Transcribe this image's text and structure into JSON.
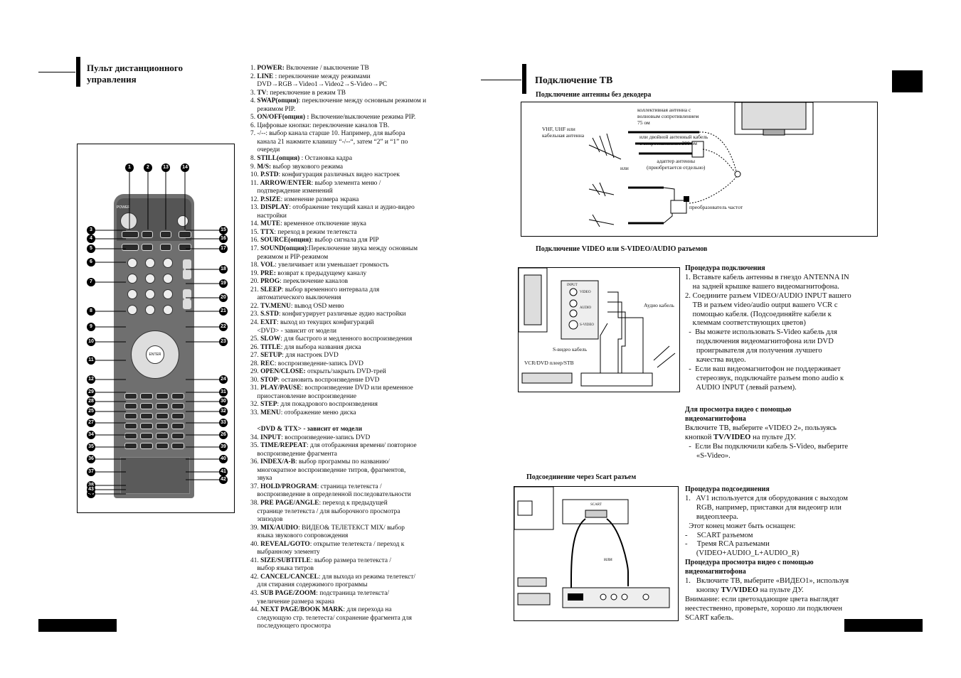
{
  "left": {
    "title_line1": "Пульт дистанционного",
    "title_line2": "управления",
    "remote_labels": [
      "POWER",
      "ENTER"
    ],
    "callouts": [
      "1",
      "2",
      "13",
      "14",
      "3",
      "4",
      "5",
      "6",
      "7",
      "8",
      "9",
      "10",
      "11",
      "12",
      "29",
      "28",
      "25",
      "27",
      "34",
      "35",
      "36",
      "37",
      "38",
      "44",
      "15",
      "16",
      "17",
      "18",
      "19",
      "20",
      "21",
      "22",
      "23",
      "24",
      "31",
      "30",
      "32",
      "33",
      "26",
      "39",
      "40",
      "41",
      "42",
      "43"
    ],
    "items": [
      {
        "n": "1.",
        "b": "POWER:",
        "t": " Включение / выключение ТВ"
      },
      {
        "n": "2.",
        "b": "LINE",
        "t": " : переключение между режимами"
      },
      {
        "n": "",
        "b": "",
        "t": "DVD→RGB→Video1→Video2→S-Video→PC"
      },
      {
        "n": "3.",
        "b": "TV",
        "t": ": переключение в режим ТВ"
      },
      {
        "n": "4.",
        "b": "SWAP(опция)",
        "t": ": переключение между основным режимом и"
      },
      {
        "n": "",
        "b": "",
        "t": "режимом PIP."
      },
      {
        "n": "5.",
        "b": "ON/OFF(опция) :",
        "t": " Включение/выключение режима PIP."
      },
      {
        "n": "6.",
        "b": "",
        "t": "Цифровые кнопки: переключение каналов ТВ."
      },
      {
        "n": "7.",
        "b": "",
        "t": "-/--: выбор канала старше 10. Например, для выбора"
      },
      {
        "n": "",
        "b": "",
        "t": "канала 21 нажмите клавишу “-/--“, затем “2” и “1” по"
      },
      {
        "n": "",
        "b": "",
        "t": "очереди"
      },
      {
        "n": "8.",
        "b": "STILL(опция)",
        "t": " : Остановка кадра"
      },
      {
        "n": "9.",
        "b": "M/S:",
        "t": " выбор звукового режима"
      },
      {
        "n": "10.",
        "b": "P.STD",
        "t": ": конфигурация различных видео настроек"
      },
      {
        "n": "11.",
        "b": "ARROW/ENTER",
        "t": ": выбор элемента меню /"
      },
      {
        "n": "",
        "b": "",
        "t": "подтверждение изменений"
      },
      {
        "n": "12.",
        "b": "P.SIZE",
        "t": ": изменение размера экрана"
      },
      {
        "n": "13.",
        "b": "DISPLAY",
        "t": ": отображение текущий канал и аудио-видео"
      },
      {
        "n": "",
        "b": "",
        "t": "настройки"
      },
      {
        "n": "14.",
        "b": "MUTE",
        "t": ": временное отключение звука"
      },
      {
        "n": "15.",
        "b": "TTX",
        "t": ": переход в режим телетекста"
      },
      {
        "n": "16.",
        "b": "SOURCE(опция)",
        "t": ": выбор сигнала для PIP"
      },
      {
        "n": "17.",
        "b": "SOUND(опция)",
        "t": ":Переключение звука между основным"
      },
      {
        "n": "",
        "b": "",
        "t": "режимом и PIP-режимом"
      },
      {
        "n": "18.",
        "b": "VOL",
        "t": ": увеличивает или уменьшает громкость"
      },
      {
        "n": "19.",
        "b": "PRE:",
        "t": " возврат к предыдущему каналу"
      },
      {
        "n": "20.",
        "b": "PROG",
        "t": ": переключение каналов"
      },
      {
        "n": "21.",
        "b": "SLEEP",
        "t": ": выбор временного интервала для"
      },
      {
        "n": "",
        "b": "",
        "t": "автоматического выключения"
      },
      {
        "n": "22.",
        "b": "TV.MENU",
        "t": ": вывод OSD меню"
      },
      {
        "n": "23.",
        "b": "S.STD",
        "t": ": конфигурирует различные аудио настройки"
      },
      {
        "n": "24.",
        "b": "EXIT",
        "t": ": выход из текущих конфигураций"
      },
      {
        "n": "",
        "b": "",
        "t": "<DVD> - зависит от модели"
      },
      {
        "n": "25.",
        "b": "SLOW",
        "t": ": для быстрого и медленного воспроизведения"
      },
      {
        "n": "26.",
        "b": "TITLE",
        "t": ": для выбора названия диска"
      },
      {
        "n": "27.",
        "b": "SETUP",
        "t": ": для настроек DVD"
      },
      {
        "n": "28.",
        "b": "REC",
        "t": ": воспроизведение-запись DVD"
      },
      {
        "n": "29.",
        "b": "OPEN/CLOSE:",
        "t": " открыть/закрыть DVD-трей"
      },
      {
        "n": "30.",
        "b": "STOP",
        "t": ": остановить воспроизведение DVD"
      },
      {
        "n": "31.",
        "b": "PLAY/PAUSE",
        "t": ": воспроизведение DVD или временное"
      },
      {
        "n": "",
        "b": "",
        "t": "приостановление воспроизведение"
      },
      {
        "n": "32.",
        "b": "STEP",
        "t": ": для покадрового воспроизведения"
      },
      {
        "n": "33.",
        "b": "MENU",
        "t": ": отображение меню диска"
      },
      {
        "n": "",
        "b": "",
        "t": " "
      },
      {
        "n": "",
        "b": "<DVD & TTX> - зависит от модели",
        "t": ""
      },
      {
        "n": "34.",
        "b": "INPUT",
        "t": ": воспроизведение-запись DVD"
      },
      {
        "n": "35.",
        "b": "TIME/REPEAT",
        "t": ": для отображения времени/ повторное"
      },
      {
        "n": "",
        "b": "",
        "t": "воспроизведение фрагмента"
      },
      {
        "n": "36.",
        "b": "INDEX/A-B",
        "t": ": выбор программы по названию/"
      },
      {
        "n": "",
        "b": "",
        "t": "многократное воспроизведение титров, фрагментов,"
      },
      {
        "n": "",
        "b": "",
        "t": "звука"
      },
      {
        "n": "37.",
        "b": "HOLD/PROGRAM",
        "t": ": страница телетекста /"
      },
      {
        "n": "",
        "b": "",
        "t": "воспроизведение в определенной последовательности"
      },
      {
        "n": "38.",
        "b": "PRE PAGE/ANGLE",
        "t": ": переход к предыдущей"
      },
      {
        "n": "",
        "b": "",
        "t": "странице телетекста / для выборочного просмотра"
      },
      {
        "n": "",
        "b": "",
        "t": "эпизодов"
      },
      {
        "n": "39.",
        "b": "MIX/AUDIO",
        "t": ": ВИДЕО& ТЕЛЕТЕКСТ MIX/ выбор"
      },
      {
        "n": "",
        "b": "",
        "t": "языка звукового сопровождения"
      },
      {
        "n": "40.",
        "b": "REVEAL/GOTO",
        "t": ": открытие телетекста / переход к"
      },
      {
        "n": "",
        "b": "",
        "t": "выбранному элементу"
      },
      {
        "n": "41.",
        "b": "SIZE/SUBTITLE",
        "t": ": выбор размера телетекста /"
      },
      {
        "n": "",
        "b": "",
        "t": "выбор языка титров"
      },
      {
        "n": "42.",
        "b": "CANCEL/CANCEL",
        "t": ": для выхода из режима телетекст/"
      },
      {
        "n": "",
        "b": "",
        "t": "для стирания содержимого программы"
      },
      {
        "n": "43.",
        "b": "SUB PAGE/ZOOM",
        "t": ": подстраница телетекста/"
      },
      {
        "n": "",
        "b": "",
        "t": "увеличение размера экрана"
      },
      {
        "n": "44.",
        "b": "NEXT PAGE/BOOK MARK",
        "t": ": для перехода на"
      },
      {
        "n": "",
        "b": "",
        "t": "следующую стр. телетеста/ сохранение фрагмента для"
      },
      {
        "n": "",
        "b": "",
        "t": "последующего просмотра"
      }
    ]
  },
  "right": {
    "title": "Подключение ТВ",
    "antenna_heading": "Подключение антенны без декодера",
    "antenna_labels": {
      "collective": "коллективная антенна с",
      "collective2": "волновым сопротивлением",
      "collective3": "75 ом",
      "vhf": "VHF, UHF или",
      "vhf2": "кабельная антенна",
      "twin": "или двойной антенный кабель",
      "twin2": "с сопротивлением 300 ом",
      "adapter": "адаптер антенны",
      "adapter2": "(приобретается отдельно)",
      "or": "или",
      "converter": "преобразователь частот"
    },
    "video_heading": "Подключение VIDEO или S-VIDEO/AUDIO разъемов",
    "video_labels": {
      "audio_cable": "Аудио кабель",
      "svideo_cable": "S-видео кабель",
      "vcr": "VCR/DVD плеер/STB",
      "input": "INPUT",
      "video": "VIDEO",
      "audio": "AUDIO",
      "svideo": "S-VIDEO"
    },
    "proc_heading": "Процедура подключения",
    "proc_lines": [
      "1. Вставьте кабель антенны в гнездо ANTENNA IN",
      "    на задней крышке вашего видеомагнитофона.",
      "2. Соедините разъем VIDEO/AUDIO INPUT вашего",
      "    ТВ и разъем video/audio output вашего VCR с",
      "    помощью кабеля. (Подсоединяйте кабели к",
      "    клеммам соответствующих цветов)",
      "  -  Вы можете использовать S-Video кабель для",
      "      подключения видеомагнитофона или DVD",
      "      проигрывателя для получения лучшего",
      "      качества видео.",
      "  -  Если ваш видеомагнитофон не поддерживает",
      "      стереозвук, подключайте разъем mono audio к",
      "      AUDIO INPUT (левый разъем)."
    ],
    "view_heading1": "Для просмотра видео с помощью",
    "view_heading2": "видеомагнитофона",
    "view_line1a": "Включите ТВ, выберите «VIDEO 2», пользуясь",
    "view_line1b_pre": "кнопкой ",
    "view_line1b_bold": "TV/VIDEO",
    "view_line1b_post": " на пульте ДУ.",
    "view_line2a": "  -  Если Вы подключили кабель S-Video, выберите",
    "view_line2b": "      «S-Video».",
    "scart_heading": "Подсоединение через Scart разъем",
    "scart_labels": {
      "scart": "SCART",
      "or": "или"
    },
    "scart_proc_heading": "Процедура подсоединения",
    "scart_lines": [
      "1.   AV1 используется для оборудования с выходом",
      "      RGB, например, приставки для видеоигр или",
      "      видеоплеера.",
      "  Этот конец может быть оснащен:",
      "-     SCART разъемом",
      "-     Тремя RCA разъемами",
      "      (VIDEO+AUDIO_L+AUDIO_R)"
    ],
    "scart_view_heading1": "Процедура просмотра видео с помощью",
    "scart_view_heading2": "видеомагнитофона",
    "scart_view_line1": "1.   Включите ТВ, выберите «ВИДЕО1», используя",
    "scart_view_line2_pre": "      кнопку ",
    "scart_view_line2_bold": "TV/VIDEO",
    "scart_view_line2_post": " на пульте ДУ.",
    "warn1": "Внимание: если цветозадающие цвета выглядят",
    "warn2": "неестественно, проверьте, хорошо ли подключен",
    "warn3": "SCART кабель."
  }
}
